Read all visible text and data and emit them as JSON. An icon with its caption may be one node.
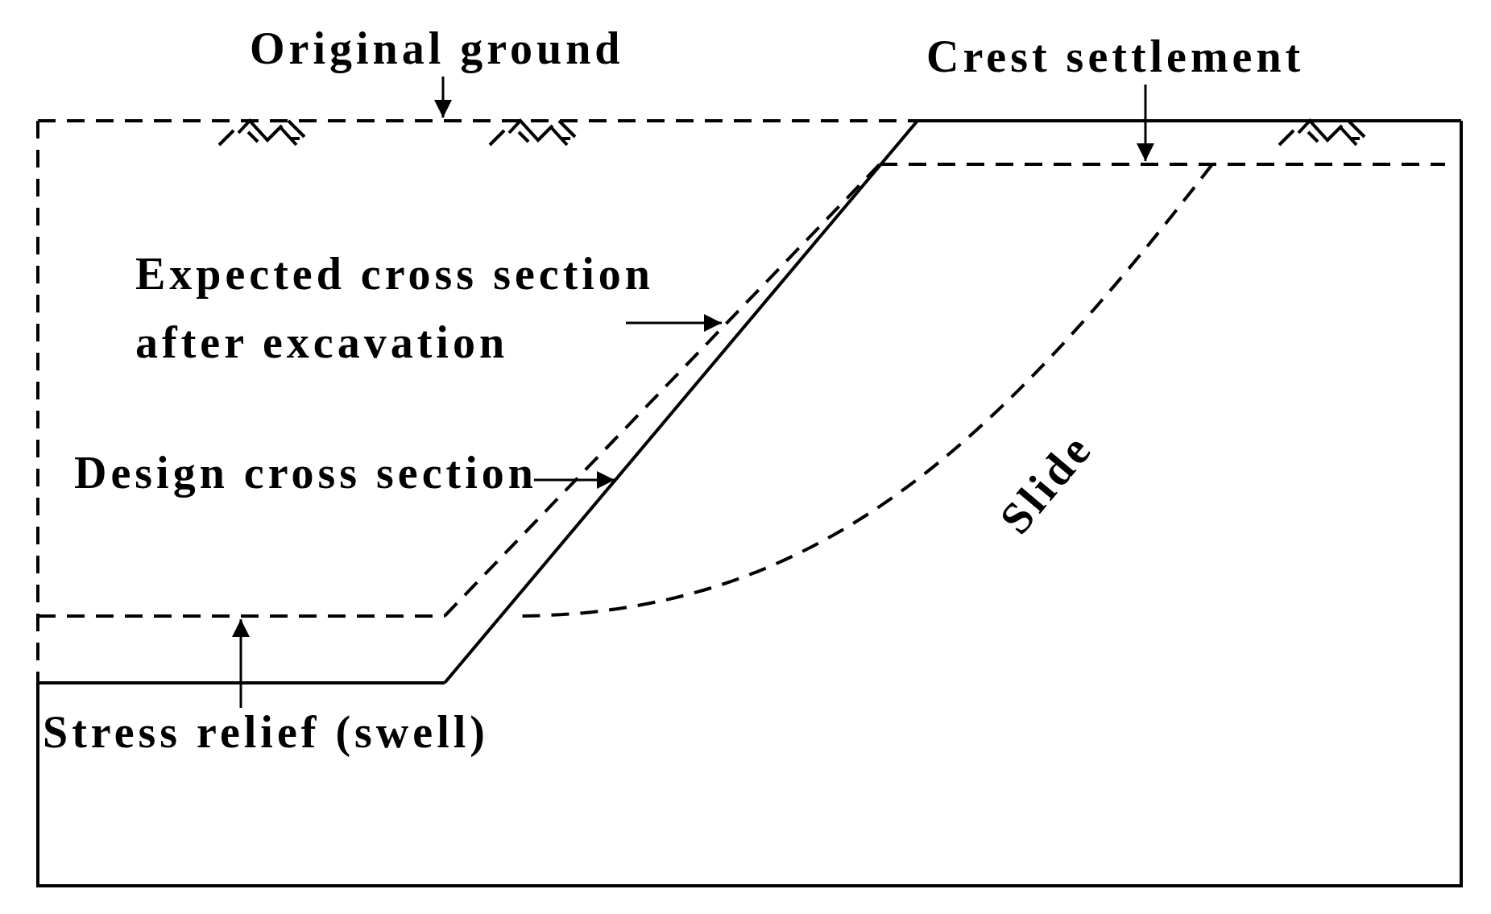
{
  "diagram": {
    "nodes": [
      {
        "text": [
          "Original ground"
        ]
      },
      {
        "text": [
          "Crest settlement"
        ]
      },
      {
        "text": [
          "Expected cross section after excavation"
        ]
      },
      {
        "text": [
          "Design cross section"
        ]
      },
      {
        "text": [
          "Stress relief (swell)"
        ]
      }
    ],
    "edges": [
      {
        "from": 0,
        "to": null,
        "arrow": "to"
      },
      {
        "from": 1,
        "to": null,
        "arrow": "to"
      },
      {
        "from": 2,
        "to": null,
        "arrow": "to"
      },
      {
        "from": 3,
        "to": null,
        "arrow": "to"
      },
      {
        "from": 4,
        "to": null,
        "arrow": "to"
      }
    ],
    "labels": [
      "Slide"
    ]
  }
}
